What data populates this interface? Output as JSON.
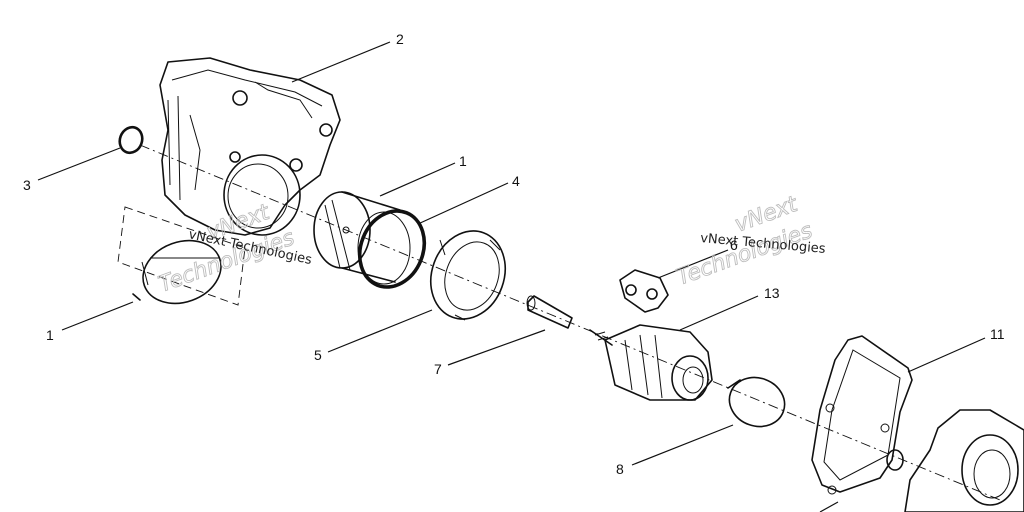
{
  "callouts": {
    "c2": "2",
    "c3": "3",
    "c1a": "1",
    "c4": "4",
    "c1b": "1",
    "c5": "5",
    "c7": "7",
    "c6": "6",
    "c13": "13",
    "c11": "11",
    "c8": "8"
  },
  "watermark": {
    "text_left": "vNext Technologies",
    "text_right": "vNext Technologies",
    "brand_a": "vNext",
    "brand_b": "Technologies"
  }
}
